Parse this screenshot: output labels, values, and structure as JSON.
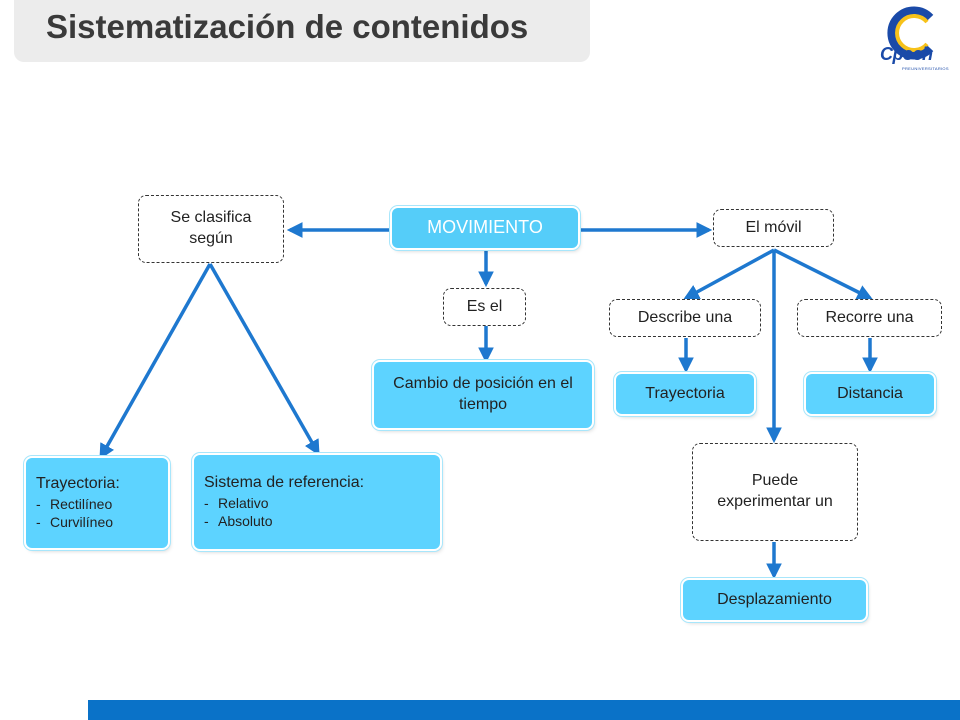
{
  "header": {
    "title": "Sistematización de contenidos"
  },
  "logo": {
    "word": "Cpech",
    "subtitle": "PREUNIVERSITARIOS"
  },
  "colors": {
    "accent": "#0a72c8",
    "node_fill": "#5dd3ff",
    "arrow": "#1e78cf"
  },
  "diagram": {
    "movimiento": "MOVIMIENTO",
    "se_clasifica": "Se clasifica según",
    "es_el": "Es el",
    "cambio": "Cambio de posición en el tiempo",
    "el_movil": "El móvil",
    "describe": "Describe una",
    "recorre": "Recorre una",
    "trayectoria": "Trayectoria",
    "distancia": "Distancia",
    "puede": "Puede experimentar un",
    "desplazamiento": "Desplazamiento",
    "trayectoria_list": {
      "title": "Trayectoria:",
      "items": [
        "Rectilíneo",
        "Curvilíneo"
      ]
    },
    "sistema_list": {
      "title": "Sistema de referencia:",
      "items": [
        "Relativo",
        "Absoluto"
      ]
    }
  }
}
